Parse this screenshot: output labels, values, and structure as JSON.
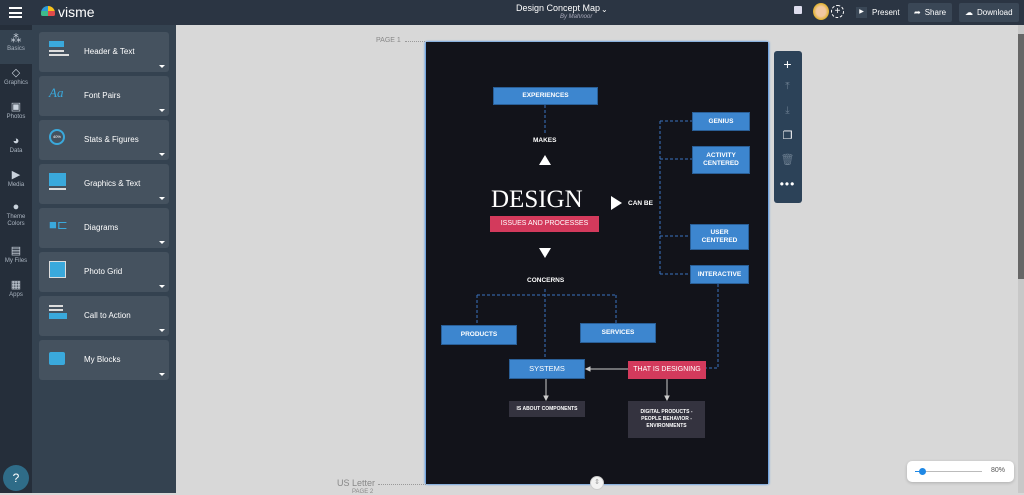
{
  "header": {
    "brand": "visme",
    "doc_title": "Design Concept Map",
    "author": "By Mahnoor",
    "present": "Present",
    "share": "Share",
    "download": "Download"
  },
  "rail": [
    {
      "label": "Basics",
      "icon": "basics-icon"
    },
    {
      "label": "Graphics",
      "icon": "shapes-icon"
    },
    {
      "label": "Photos",
      "icon": "image-icon"
    },
    {
      "label": "Data",
      "icon": "pie-chart-icon"
    },
    {
      "label": "Media",
      "icon": "media-icon"
    },
    {
      "label": "Theme Colors",
      "icon": "palette-icon"
    },
    {
      "label": "My Files",
      "icon": "upload-icon"
    },
    {
      "label": "Apps",
      "icon": "apps-icon"
    }
  ],
  "panel": [
    {
      "label": "Header & Text"
    },
    {
      "label": "Font Pairs"
    },
    {
      "label": "Stats & Figures",
      "badge": "40%"
    },
    {
      "label": "Graphics & Text"
    },
    {
      "label": "Diagrams"
    },
    {
      "label": "Photo Grid"
    },
    {
      "label": "Call to Action"
    },
    {
      "label": "My Blocks"
    }
  ],
  "help": "?",
  "canvas": {
    "page_label": "PAGE 1",
    "size_label": "US Letter",
    "next_page_label": "PAGE 2",
    "zoom": "80%",
    "zoom_fraction": 0.1
  },
  "map": {
    "experiences": "EXPERIENCES",
    "makes": "MAKES",
    "design": "DESIGN",
    "issues": "ISSUES AND PROCESSES",
    "concerns": "CONCERNS",
    "can_be": "CAN BE",
    "genius": "GENIUS",
    "activity": "ACTIVITY CENTERED",
    "user": "USER CENTERED",
    "interactive": "INTERACTIVE",
    "products": "PRODUCTS",
    "services": "SERVICES",
    "systems": "SYSTEMS",
    "designing": "THAT IS DESIGNING",
    "components": "IS ABOUT COMPONENTS",
    "digital": "DIGITAL PRODUCTS - PEOPLE BEHAVIOR - ENVIRONMENTS"
  },
  "colors": {
    "accent_blue": "#3d86cf",
    "accent_red": "#d33a5c",
    "page_bg": "#12131a"
  }
}
